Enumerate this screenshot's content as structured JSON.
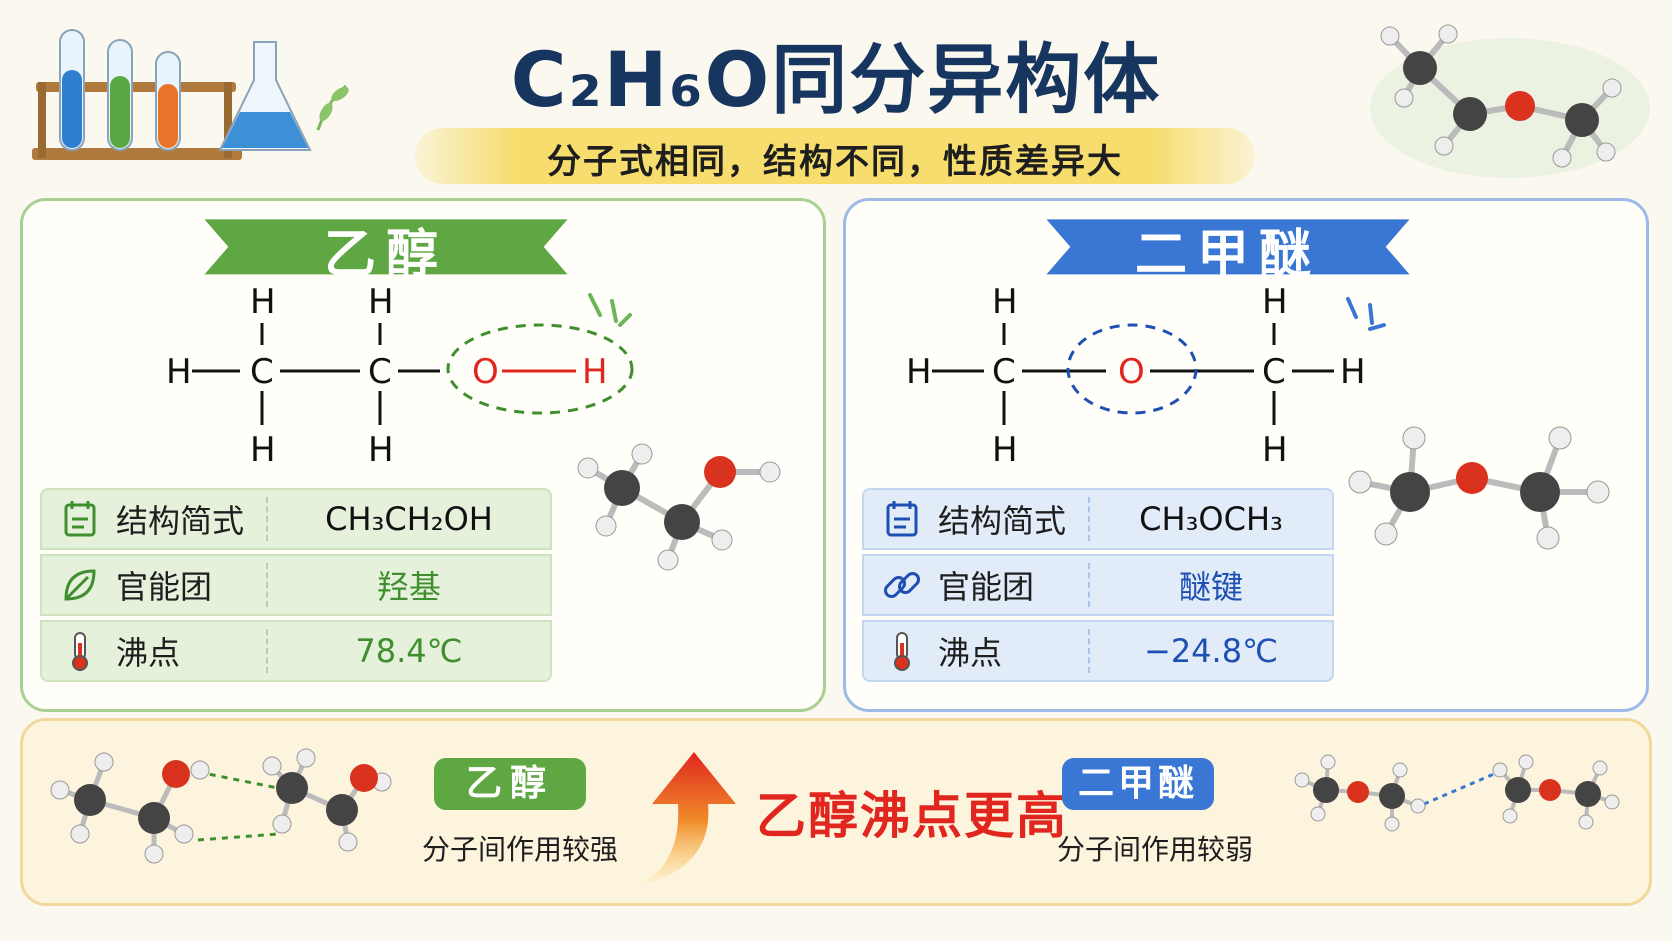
{
  "title": "C₂H₆O同分异构体",
  "subtitle": "分子式相同，结构不同，性质差异大",
  "colors": {
    "title": "#16355f",
    "green": "#3f8f2e",
    "blue": "#1e4fb3",
    "red": "#e0261f",
    "ribbon_green": "#5fa742",
    "ribbon_blue": "#3a76d3"
  },
  "left": {
    "name": "乙醇",
    "rows": [
      {
        "icon": "calendar-icon",
        "label": "结构简式",
        "value": "CH₃CH₂OH"
      },
      {
        "icon": "leaf-icon",
        "label": "官能团",
        "value": "羟基"
      },
      {
        "icon": "thermometer-icon",
        "label": "沸点",
        "value": "78.4℃"
      }
    ]
  },
  "right": {
    "name": "二甲醚",
    "rows": [
      {
        "icon": "calendar-icon",
        "label": "结构简式",
        "value": "CH₃OCH₃"
      },
      {
        "icon": "link-icon",
        "label": "官能团",
        "value": "醚键"
      },
      {
        "icon": "thermometer-icon",
        "label": "沸点",
        "value": "−24.8℃"
      }
    ]
  },
  "bottom": {
    "left_badge": "乙醇",
    "left_desc": "分子间作用较强",
    "conclusion": "乙醇沸点更高",
    "right_badge": "二甲醚",
    "right_desc": "分子间作用较弱"
  }
}
